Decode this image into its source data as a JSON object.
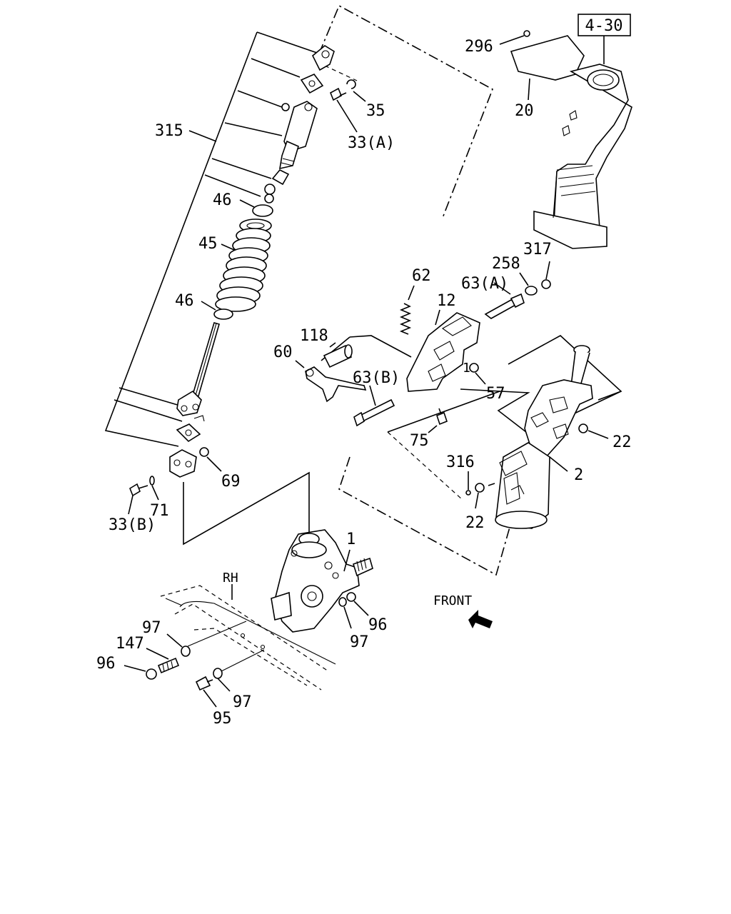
{
  "ref_box": "4-30",
  "front_label": "FRONT",
  "rh_label": "RH",
  "callouts": {
    "c296": "296",
    "c20": "20",
    "c35": "35",
    "c33a": "33(A)",
    "c315": "315",
    "c46a": "46",
    "c45": "45",
    "c46b": "46",
    "c62": "62",
    "c63a": "63(A)",
    "c258": "258",
    "c317": "317",
    "c12": "12",
    "c118": "118",
    "c60": "60",
    "c63b": "63(B)",
    "c1a": "1",
    "c57": "57",
    "c22a": "22",
    "c75": "75",
    "c316": "316",
    "c2": "2",
    "c22b": "22",
    "c69": "69",
    "c71": "71",
    "c33b": "33(B)",
    "c1b": "1",
    "c96a": "96",
    "c97a": "97",
    "c97b": "97",
    "c147": "147",
    "c96b": "96",
    "c97c": "97",
    "c95": "95"
  },
  "icons": {
    "front_arrow": "front-arrow-icon"
  }
}
